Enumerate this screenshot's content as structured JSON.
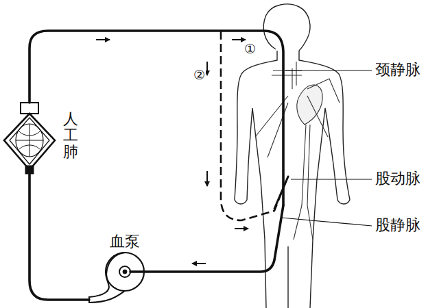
{
  "diagram": {
    "labels": [
      "人工肺",
      "血泵",
      "颈静脉",
      "股动脉",
      "股静脉",
      "①",
      "②"
    ]
  }
}
